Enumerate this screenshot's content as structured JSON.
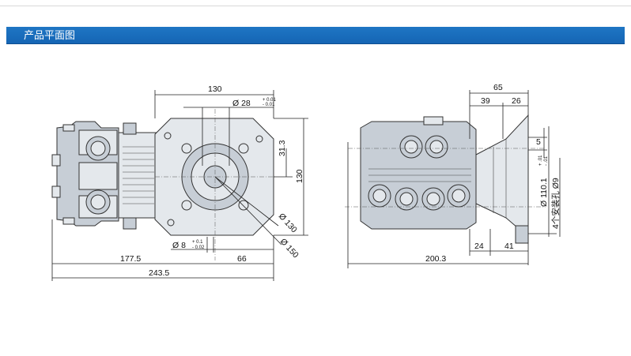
{
  "header": {
    "title": "产品平面图"
  },
  "front_view": {
    "dims": {
      "top_width": "130",
      "shaft_dia_prefix": "Ø 28",
      "shaft_dia_tol_upper": "+ 0.01",
      "shaft_dia_tol_lower": "- 0.01",
      "right_offset": "31.3",
      "right_height": "130",
      "dia_130": "Ø 130",
      "dia_150": "Ø 150",
      "key_prefix": "Ø 8",
      "key_tol_upper": "+ 0.1",
      "key_tol_lower": "- 0.02",
      "left_length": "177.5",
      "shaft_offset": "66",
      "total_length": "243.5"
    }
  },
  "side_view": {
    "dims": {
      "top_width": "65",
      "flange_39": "39",
      "flange_26": "26",
      "edge_5": "5",
      "pilot_dia": "Ø 110.1",
      "pilot_tol_upper": "+ .01",
      "pilot_tol_lower": "- .01",
      "hole_note": "4个安装孔 Ø9",
      "bottom_24": "24",
      "bottom_41": "41",
      "total_length": "200.3"
    }
  }
}
